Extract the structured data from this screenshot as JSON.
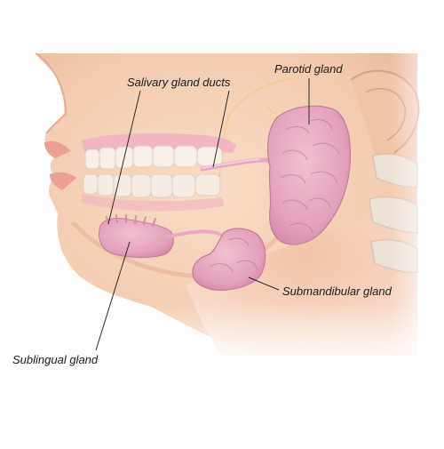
{
  "labels": {
    "salivary_ducts": "Salivary gland ducts",
    "parotid": "Parotid gland",
    "submandibular": "Submandibular gland",
    "sublingual": "Sublingual gland"
  },
  "colors": {
    "skin": "#f6d2b8",
    "skin_shadow": "#e9b49a",
    "neck_deep": "#f0bfa6",
    "gland_pink": "#e8a6bf",
    "gland_dark": "#c97f9e",
    "duct": "#e9a9c3",
    "bone": "#e9dccf",
    "gum": "#f0a9b8",
    "leader_line": "#2a2a2a"
  }
}
